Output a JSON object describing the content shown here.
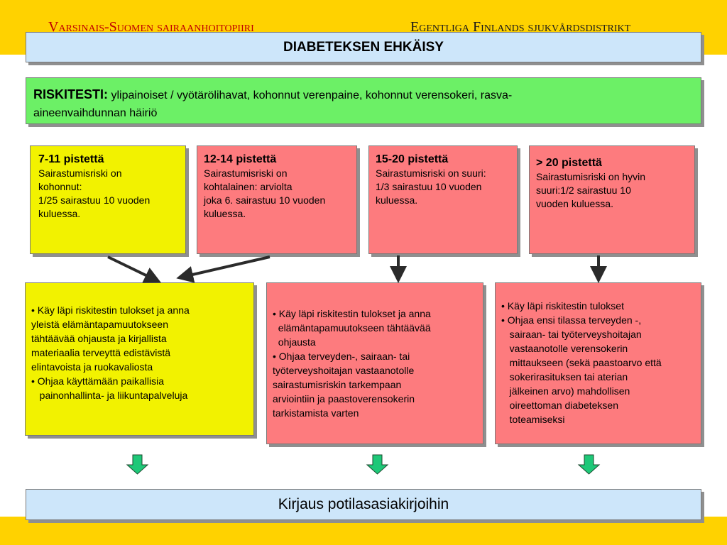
{
  "header": {
    "left": "Varsinais-Suomen sairaanhoitopiiri",
    "right": "Egentliga Finlands sjukvårdsdistrikt"
  },
  "title": "DIABETEKSEN EHKÄISY",
  "risk": {
    "label": "RISKITESTI:",
    "line1": " ylipainoiset / vyötärölihavat, kohonnut verenpaine, kohonnut verensokeri, rasva-",
    "line2": "aineenvaihdunnan häiriö"
  },
  "scores": [
    {
      "head": "7-11 pistettä",
      "lines": [
        "Sairastumisriski on",
        "kohonnut:",
        "1/25 sairastuu 10 vuoden",
        "kuluessa."
      ]
    },
    {
      "head": "12-14 pistettä",
      "lines": [
        "Sairastumisriski on",
        "kohtalainen: arviolta",
        "joka 6. sairastuu 10 vuoden",
        "kuluessa."
      ]
    },
    {
      "head": "15-20 pistettä",
      "lines": [
        "Sairastumisriski on suuri:",
        "1/3 sairastuu 10 vuoden",
        "kuluessa."
      ]
    },
    {
      "head": "> 20 pistettä",
      "lines": [
        "Sairastumisriski on hyvin",
        "suuri:1/2 sairastuu 10",
        "vuoden kuluessa."
      ]
    }
  ],
  "actions": [
    {
      "lines": [
        "• Käy läpi riskitestin tulokset ja anna",
        "yleistä elämäntapamuutokseen",
        "tähtäävää ohjausta ja kirjallista",
        "materiaalia terveyttä edistävistä",
        "elintavoista ja ruokavaliosta",
        "• Ohjaa käyttämään paikallisia",
        "   painonhallinta- ja liikuntapalveluja"
      ]
    },
    {
      "lines": [
        "• Käy läpi riskitestin tulokset ja anna",
        "  elämäntapamuutokseen tähtäävää",
        "  ohjausta",
        "• Ohjaa terveyden-, sairaan- tai",
        "työterveyshoitajan vastaanotolle",
        "sairastumisriskin tarkempaan",
        "arviointiin ja paastoverensokerin",
        "tarkistamista varten"
      ]
    },
    {
      "lines": [
        "• Käy läpi riskitestin tulokset",
        "• Ohjaa ensi tilassa terveyden -,",
        "   sairaan- tai työterveyshoitajan",
        "   vastaanotolle verensokerin",
        "   mittaukseen (sekä paastoarvo että",
        "   sokerirasituksen tai aterian",
        "   jälkeinen arvo) mahdollisen",
        "   oireettoman diabeteksen",
        "   toteamiseksi"
      ]
    }
  ],
  "footer": "Kirjaus potilasasiakirjoihin",
  "colors": {
    "band": "#ffd200",
    "blue_box": "#cde6fa",
    "green_box": "#6cf066",
    "yellow_box": "#f2f200",
    "red_box": "#fd7b7e",
    "green_arrow": "#1ec878"
  }
}
